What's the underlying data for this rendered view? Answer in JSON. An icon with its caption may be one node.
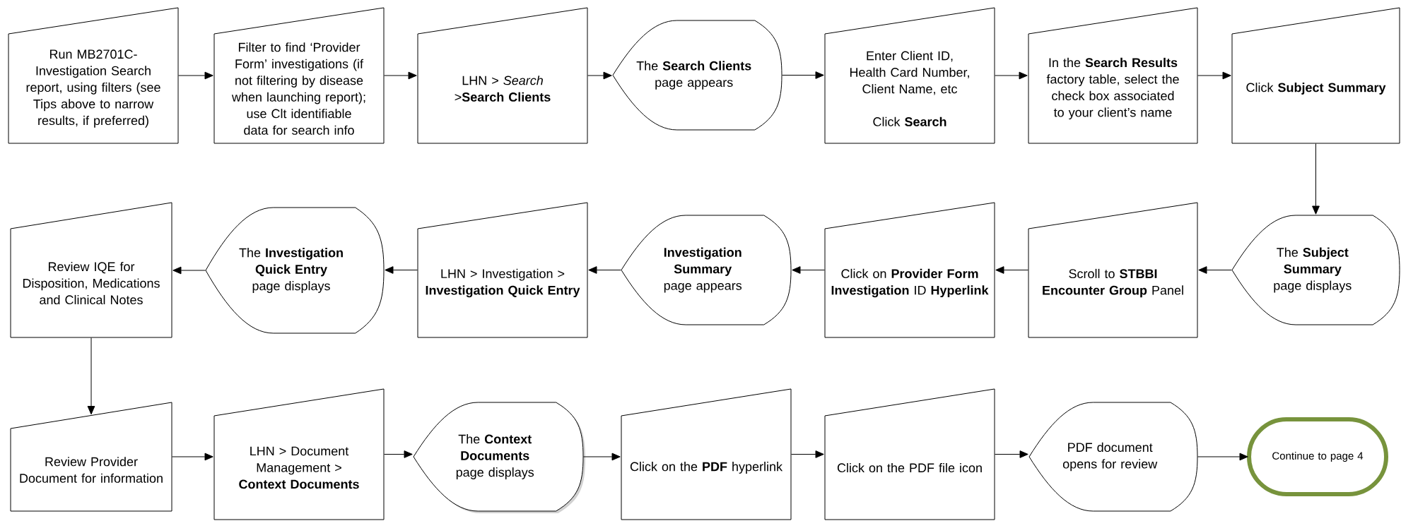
{
  "diagram": {
    "nodes": [
      {
        "text": [
          "Run MB2701C-Investigation Search report, using filters (see Tips above to narrow results, if preferred)"
        ]
      },
      {
        "text": [
          "Filter to find ‘Provider Form’ investigations (if not filtering by disease when launching report); use Clt identifiable data for search info"
        ]
      },
      {
        "text": [
          "LHN > *Search* >**Search Clients**"
        ]
      },
      {
        "text": [
          "The **Search Clients** page appears"
        ]
      },
      {
        "text": [
          "Enter Client ID, Health Card Number, Client Name, etc",
          "Click **Search**"
        ]
      },
      {
        "text": [
          "In the **Search Results** factory table, select the check box associated to your client’s name"
        ]
      },
      {
        "text": [
          "Click **Subject Summary**"
        ]
      },
      {
        "text": [
          "Review IQE for Disposition, Medications and Clinical Notes"
        ]
      },
      {
        "text": [
          "The **Investigation Quick Entry** page displays"
        ]
      },
      {
        "text": [
          "LHN > Investigation > **Investigation Quick Entry**"
        ]
      },
      {
        "text": [
          "**Investigation Summary** page appears"
        ]
      },
      {
        "text": [
          "Click on **Provider Form Investigation** ID **Hyperlink**"
        ]
      },
      {
        "text": [
          "Scroll to **STBBI Encounter Group** Panel"
        ]
      },
      {
        "text": [
          "The **Subject Summary** page displays"
        ]
      },
      {
        "text": [
          "Review Provider Document for information"
        ]
      },
      {
        "text": [
          "LHN > Document Management > **Context Documents**"
        ]
      },
      {
        "text": [
          "The **Context Documents** page displays"
        ]
      },
      {
        "text": [
          "Click on the **PDF** hyperlink"
        ]
      },
      {
        "text": [
          "Click on the PDF file icon"
        ]
      },
      {
        "text": [
          "PDF document opens for review"
        ]
      },
      {
        "text": [
          "Continue to page 4"
        ]
      }
    ],
    "edges": [
      {
        "from": 0,
        "to": 1,
        "arrow": "to"
      },
      {
        "from": 1,
        "to": 2,
        "arrow": "to"
      },
      {
        "from": 2,
        "to": 3,
        "arrow": "to"
      },
      {
        "from": 3,
        "to": 4,
        "arrow": "to"
      },
      {
        "from": 4,
        "to": 5,
        "arrow": "to"
      },
      {
        "from": 5,
        "to": 6,
        "arrow": "to"
      },
      {
        "from": 6,
        "to": 13,
        "arrow": "to"
      },
      {
        "from": 13,
        "to": 12,
        "arrow": "to"
      },
      {
        "from": 12,
        "to": 11,
        "arrow": "to"
      },
      {
        "from": 11,
        "to": 10,
        "arrow": "to"
      },
      {
        "from": 10,
        "to": 9,
        "arrow": "to"
      },
      {
        "from": 9,
        "to": 8,
        "arrow": "to"
      },
      {
        "from": 8,
        "to": 7,
        "arrow": "to"
      },
      {
        "from": 7,
        "to": 14,
        "arrow": "to"
      },
      {
        "from": 14,
        "to": 15,
        "arrow": "to"
      },
      {
        "from": 15,
        "to": 16,
        "arrow": "to"
      },
      {
        "from": 16,
        "to": 17,
        "arrow": "to"
      },
      {
        "from": 17,
        "to": 18,
        "arrow": "to"
      },
      {
        "from": 18,
        "to": 19,
        "arrow": "to"
      },
      {
        "from": 19,
        "to": 20,
        "arrow": "to"
      }
    ]
  }
}
